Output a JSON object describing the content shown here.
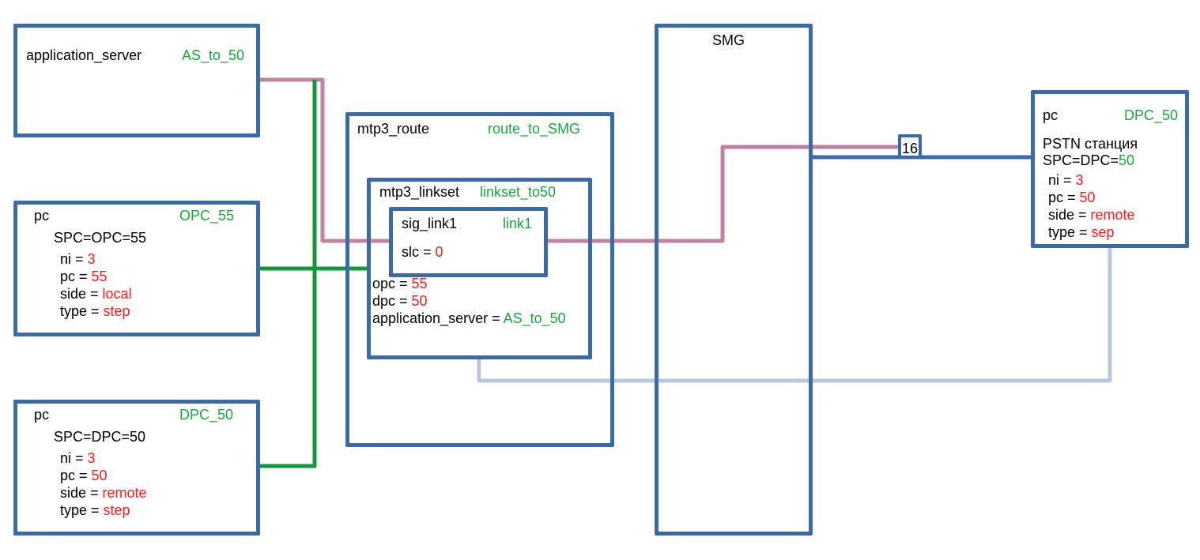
{
  "colors": {
    "box_border": "#3a6aa8",
    "label_green": "#16a83a",
    "value_red": "#ff1a1a",
    "wire_pink": "#c2819d",
    "wire_green": "#0e9a38",
    "wire_lightblue": "#b8c9df"
  },
  "application_server": {
    "type": "application_server",
    "name": "AS_to_50"
  },
  "pc_opc": {
    "type": "pc",
    "name": "OPC_55",
    "spc": "SPC=OPC=55",
    "fields": [
      {
        "key": "ni = ",
        "value": "3"
      },
      {
        "key": "pc = ",
        "value": "55"
      },
      {
        "key": "side = ",
        "value": "local"
      },
      {
        "key": "type = ",
        "value": "step"
      }
    ]
  },
  "pc_dpc": {
    "type": "pc",
    "name": "DPC_50",
    "spc": "SPC=DPC=50",
    "fields": [
      {
        "key": "ni = ",
        "value": "3"
      },
      {
        "key": "pc = ",
        "value": "50"
      },
      {
        "key": "side = ",
        "value": "remote"
      },
      {
        "key": "type = ",
        "value": "step"
      }
    ]
  },
  "mtp3_route": {
    "type": "mtp3_route",
    "name": "route_to_SMG"
  },
  "mtp3_linkset": {
    "type": "mtp3_linkset",
    "name": "linkset_to50",
    "fields": [
      {
        "key": "opc = ",
        "value": "55"
      },
      {
        "key": "dpc = ",
        "value": "50"
      },
      {
        "key": "application_server = ",
        "value": "AS_to_50"
      }
    ]
  },
  "sig_link": {
    "type": "sig_link1",
    "name": "link1",
    "slc_key": "slc = ",
    "slc_value": "0"
  },
  "smg": {
    "title": "SMG",
    "port": "16"
  },
  "pstn": {
    "type": "pc",
    "name": "DPC_50",
    "desc": "PSTN станция",
    "spc_prefix": "SPC=DPC=",
    "spc_value": "50",
    "fields": [
      {
        "key": "ni = ",
        "value": "3"
      },
      {
        "key": "pc = ",
        "value": "50"
      },
      {
        "key": "side = ",
        "value": "remote"
      },
      {
        "key": "type = ",
        "value": "sep"
      }
    ]
  }
}
